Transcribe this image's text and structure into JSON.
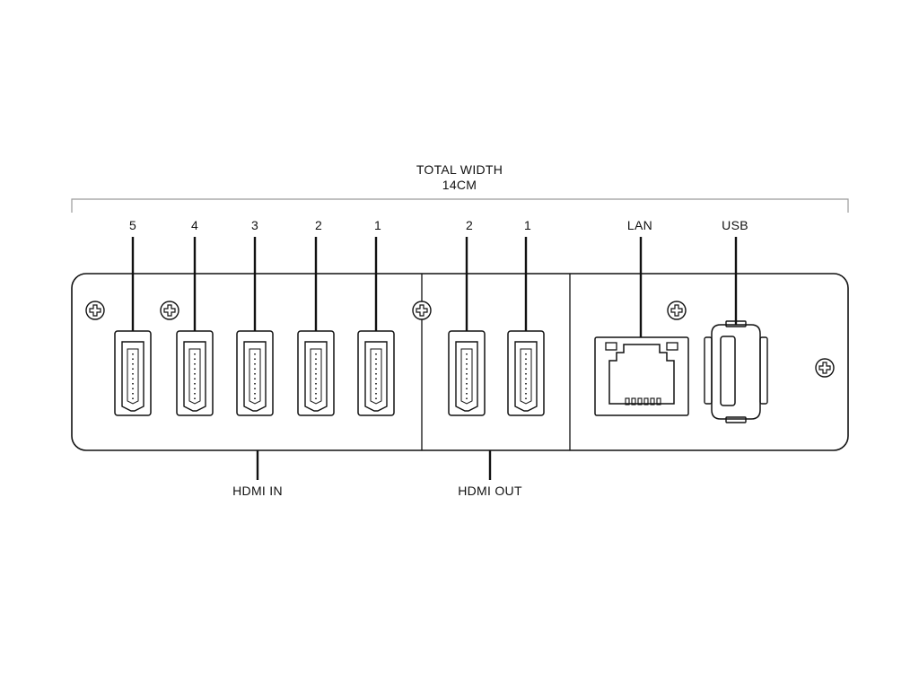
{
  "header": {
    "title": "TOTAL WIDTH",
    "measurement": "14CM"
  },
  "hdmi_in": {
    "label": "HDMI IN",
    "ports": [
      "5",
      "4",
      "3",
      "2",
      "1"
    ]
  },
  "hdmi_out": {
    "label": "HDMI OUT",
    "ports": [
      "2",
      "1"
    ]
  },
  "lan": {
    "label": "LAN"
  },
  "usb": {
    "label": "USB"
  }
}
